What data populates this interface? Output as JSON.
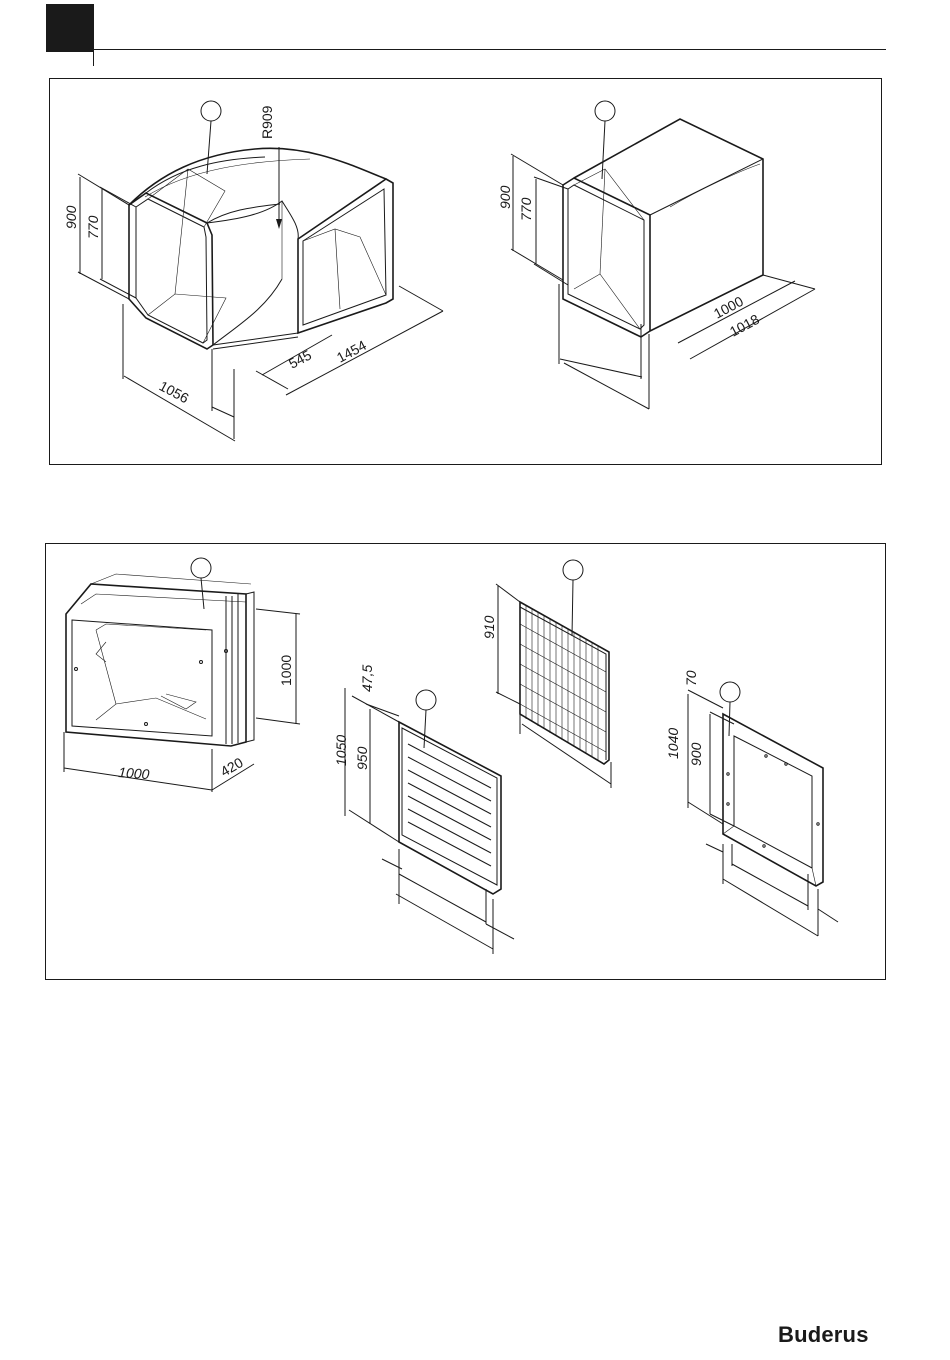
{
  "brand": "Buderus",
  "panel_a": {
    "bend": {
      "dimensions": [
        "R909",
        "900",
        "770",
        "545",
        "1454",
        "1056"
      ]
    },
    "straight_duct": {
      "dimensions": [
        "900",
        "770",
        "1000",
        "1018"
      ]
    }
  },
  "panel_b": {
    "frame_module": {
      "dimensions": [
        "1000",
        "1000",
        "420"
      ]
    },
    "louvre_grille": {
      "dimensions": [
        "47,5",
        "1050",
        "950"
      ]
    },
    "mesh_grille": {
      "dimensions": [
        "910"
      ]
    },
    "mounting_frame": {
      "dimensions": [
        "70",
        "1040",
        "900"
      ]
    }
  }
}
